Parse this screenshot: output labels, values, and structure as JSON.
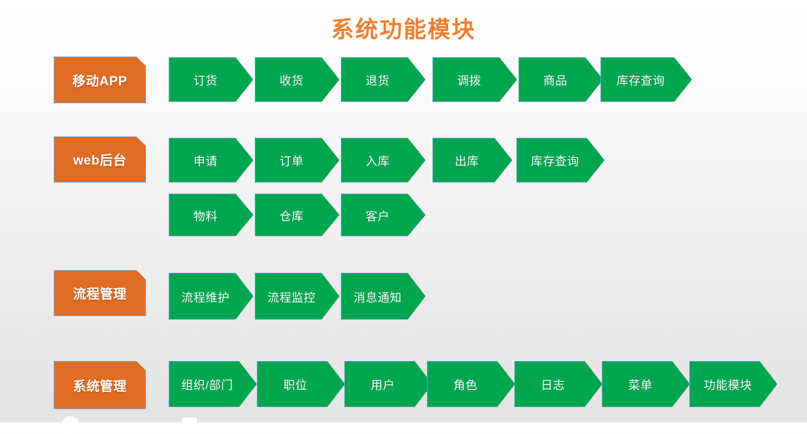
{
  "slide": {
    "title": "系统功能模块",
    "title_color": "#EE7F2E",
    "chevron_color": "#00A64F",
    "category_color": "#E16C23",
    "border_color": "#6E9FD4",
    "background": "white-to-light-gray vertical gradient"
  },
  "rows": [
    {
      "category": "移动APP",
      "items": [
        {
          "label": "订货"
        },
        {
          "label": "收货"
        },
        {
          "label": "退货"
        },
        {
          "label": "调拨"
        },
        {
          "label": "商品"
        },
        {
          "label": "库存查询"
        }
      ]
    },
    {
      "category": "web后台",
      "items": [
        {
          "label": "申请"
        },
        {
          "label": "订单"
        },
        {
          "label": "入库"
        },
        {
          "label": "出库"
        },
        {
          "label": "库存查询"
        }
      ],
      "items_second_line": [
        {
          "label": "物料"
        },
        {
          "label": "仓库"
        },
        {
          "label": "客户"
        }
      ]
    },
    {
      "category": "流程管理",
      "items": [
        {
          "label": "流程维护"
        },
        {
          "label": "流程监控"
        },
        {
          "label": "消息通知"
        }
      ]
    },
    {
      "category": "系统管理",
      "items": [
        {
          "label": "组织/部门"
        },
        {
          "label": "职位"
        },
        {
          "label": "用户"
        },
        {
          "label": "角色"
        },
        {
          "label": "日志"
        },
        {
          "label": "菜单"
        },
        {
          "label": "功能模块"
        }
      ]
    }
  ]
}
